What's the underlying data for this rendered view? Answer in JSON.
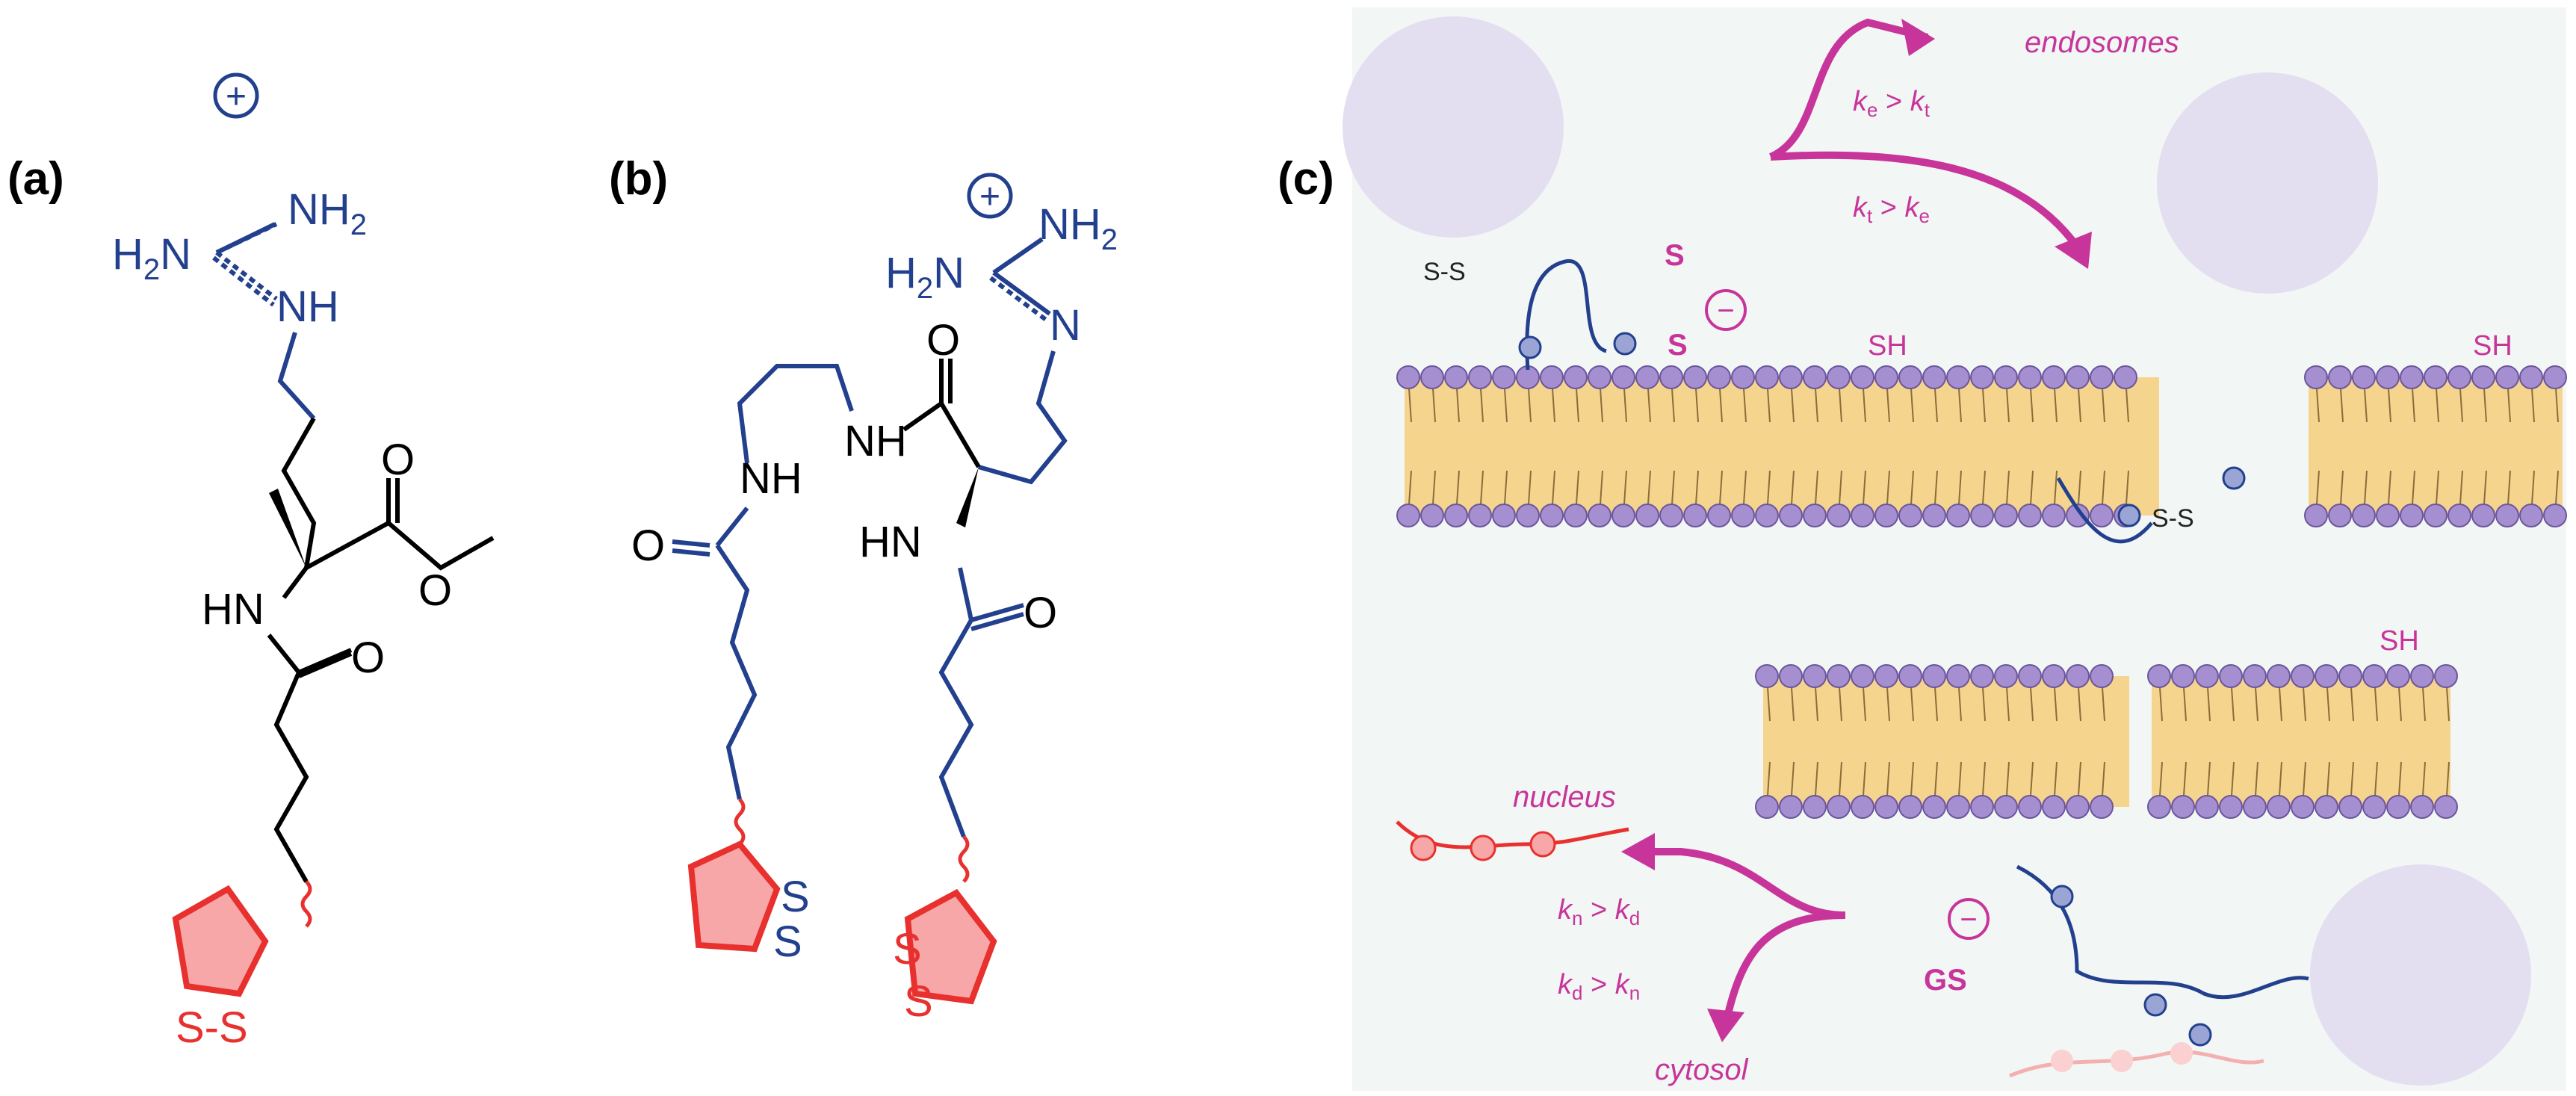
{
  "panels": {
    "a": {
      "label": "(a)"
    },
    "b": {
      "label": "(b)"
    },
    "c": {
      "label": "(c)"
    }
  },
  "chem_a": {
    "charge": "+",
    "nh2_top": "NH",
    "nh2_top_sub": "2",
    "h2n_left_h": "H",
    "h2n_left_sub": "2",
    "h2n_left_n": "N",
    "nh_guan": "NH",
    "amide_nh": "HN",
    "ester_o": "O",
    "carbonyl_o": "O",
    "amide_o": "O",
    "disulfide": "S-S"
  },
  "chem_b": {
    "charge": "+",
    "nh2_top": "NH",
    "nh2_top_sub": "2",
    "h2n_left_h": "H",
    "h2n_left_sub": "2",
    "h2n_left_n": "N",
    "n_guan": "N",
    "nh_linker": "NH",
    "nh_amide1": "NH",
    "o_amide1": "O",
    "o_left": "O",
    "hn_amide2": "HN",
    "o_amide2": "O",
    "s1": "S",
    "s2": "S",
    "s3": "S",
    "s4": "S"
  },
  "panel_c": {
    "endosomes": "endosomes",
    "nucleus": "nucleus",
    "cytosol": "cytosol",
    "ke_kt_k1": "k",
    "ke_kt_s1": "e",
    "ke_kt_op": " > ",
    "ke_kt_k2": "k",
    "ke_kt_s2": "t",
    "kt_ke_k1": "k",
    "kt_ke_s1": "t",
    "kt_ke_op": " > ",
    "kt_ke_k2": "k",
    "kt_ke_s2": "e",
    "kn_kd_k1": "k",
    "kn_kd_s1": "n",
    "kn_kd_op": " > ",
    "kn_kd_k2": "k",
    "kn_kd_s2": "d",
    "kd_kn_k1": "k",
    "kd_kn_s1": "d",
    "kd_kn_op": " > ",
    "kd_kn_k2": "k",
    "kd_kn_s2": "n",
    "sh1": "SH",
    "sh2": "SH",
    "sh3": "SH",
    "gs": "GS",
    "minus1": "−",
    "minus2": "−",
    "s_label": "S",
    "ss_text": "S-S",
    "s_single": "S"
  },
  "colors": {
    "pink": "#c8359a",
    "blue": "#23408e",
    "red": "#e8312f",
    "membrane": "#f5d58e",
    "lipid_head": "#a58fd0",
    "sphere": "#e4def1",
    "panel_c_bg": "#f2f6f5"
  }
}
